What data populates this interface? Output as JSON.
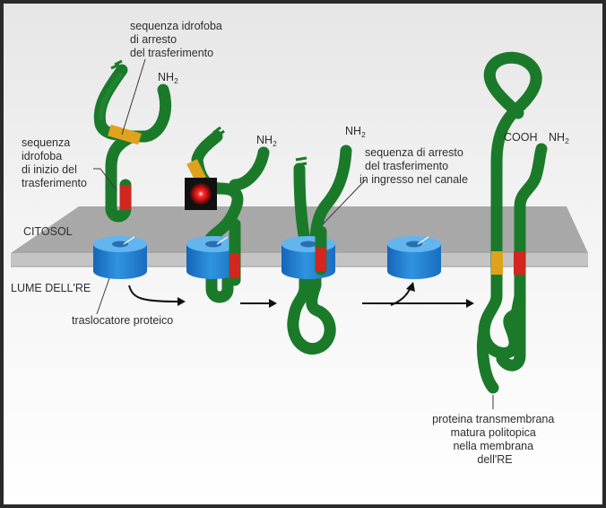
{
  "colors": {
    "frame": "#2a2a2a",
    "background_top": "#e9e9e9",
    "background_bottom": "#ffffff",
    "membrane_top": "#a9a9a9",
    "membrane_front": "#c9c9c9",
    "chain": "#1a7a2a",
    "start_transfer_segment": "#d2261f",
    "stop_transfer_segment": "#e0a21c",
    "translocator": "#2a8ad6",
    "translocator_top": "#63b5ef"
  },
  "labels": {
    "stop_transfer_top": [
      "sequenza idrofoba",
      "di arresto",
      "del trasferimento"
    ],
    "start_transfer": [
      "sequenza",
      "idrofoba",
      "di inizio del",
      "trasferimento"
    ],
    "stop_transfer_entering": [
      "sequenza di arresto",
      "del trasferimento",
      "in ingresso nel canale"
    ],
    "cytosol": "CITOSOL",
    "er_lumen": "LUME DELL'RE",
    "translocator": "traslocatore proteico",
    "mature_protein": [
      "proteina transmembrana",
      "matura politopica",
      "nella membrana",
      "dell'RE"
    ],
    "amino_terminus": "NH",
    "amino_subscript": "2",
    "carboxy_terminus": "COOH"
  },
  "icons": {
    "record_indicator": "record-dot-icon",
    "step_arrow": "right-arrow-icon",
    "release_arrow": "curved-up-arrow-icon"
  }
}
